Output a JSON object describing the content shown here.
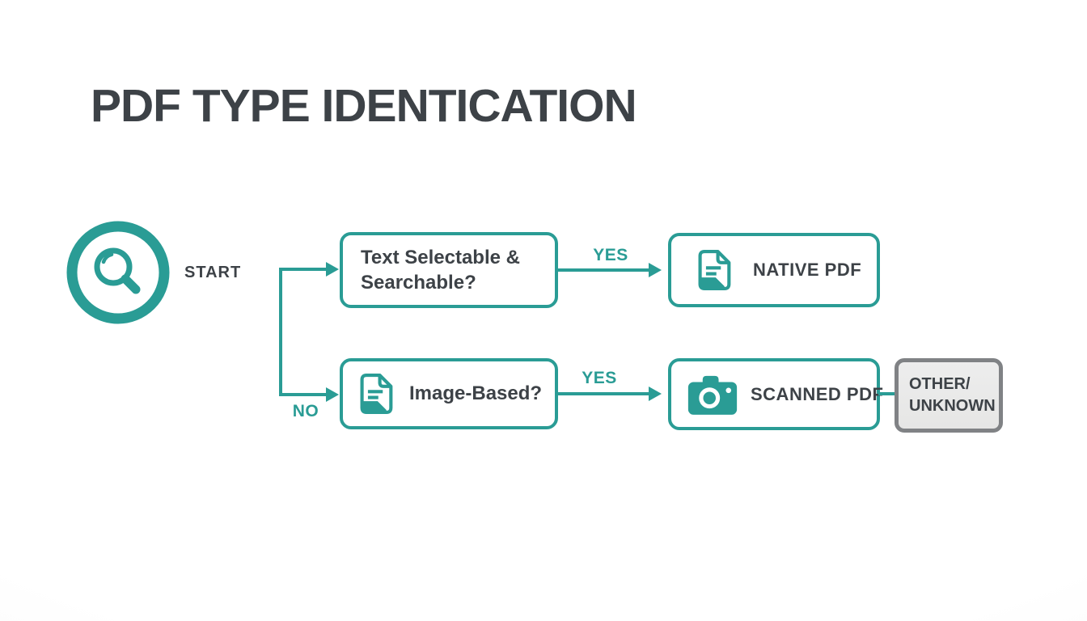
{
  "title": "PDF TYPE IDENTICATION",
  "colors": {
    "accent": "#2a9c95",
    "text_dark": "#3d4247",
    "other_border": "#808285",
    "other_fill": "#eaeaea",
    "background": "#fbfbfb"
  },
  "start": {
    "label": "START",
    "icon": "magnifier-circle-icon"
  },
  "nodes": {
    "decision_text_selectable": {
      "line1": "Text Selectable &",
      "line2": "Searchable?"
    },
    "decision_image_based": {
      "label": "Image-Based?",
      "icon": "document-icon"
    },
    "result_native": {
      "label": "NATIVE PDF",
      "icon": "document-icon"
    },
    "result_scanned": {
      "label": "SCANNED PDF",
      "icon": "camera-icon"
    },
    "result_other": {
      "line1": "OTHER/",
      "line2": "UNKNOWN"
    }
  },
  "edges": {
    "yes_native": "YES",
    "yes_scanned": "YES",
    "no_branch": "NO"
  }
}
